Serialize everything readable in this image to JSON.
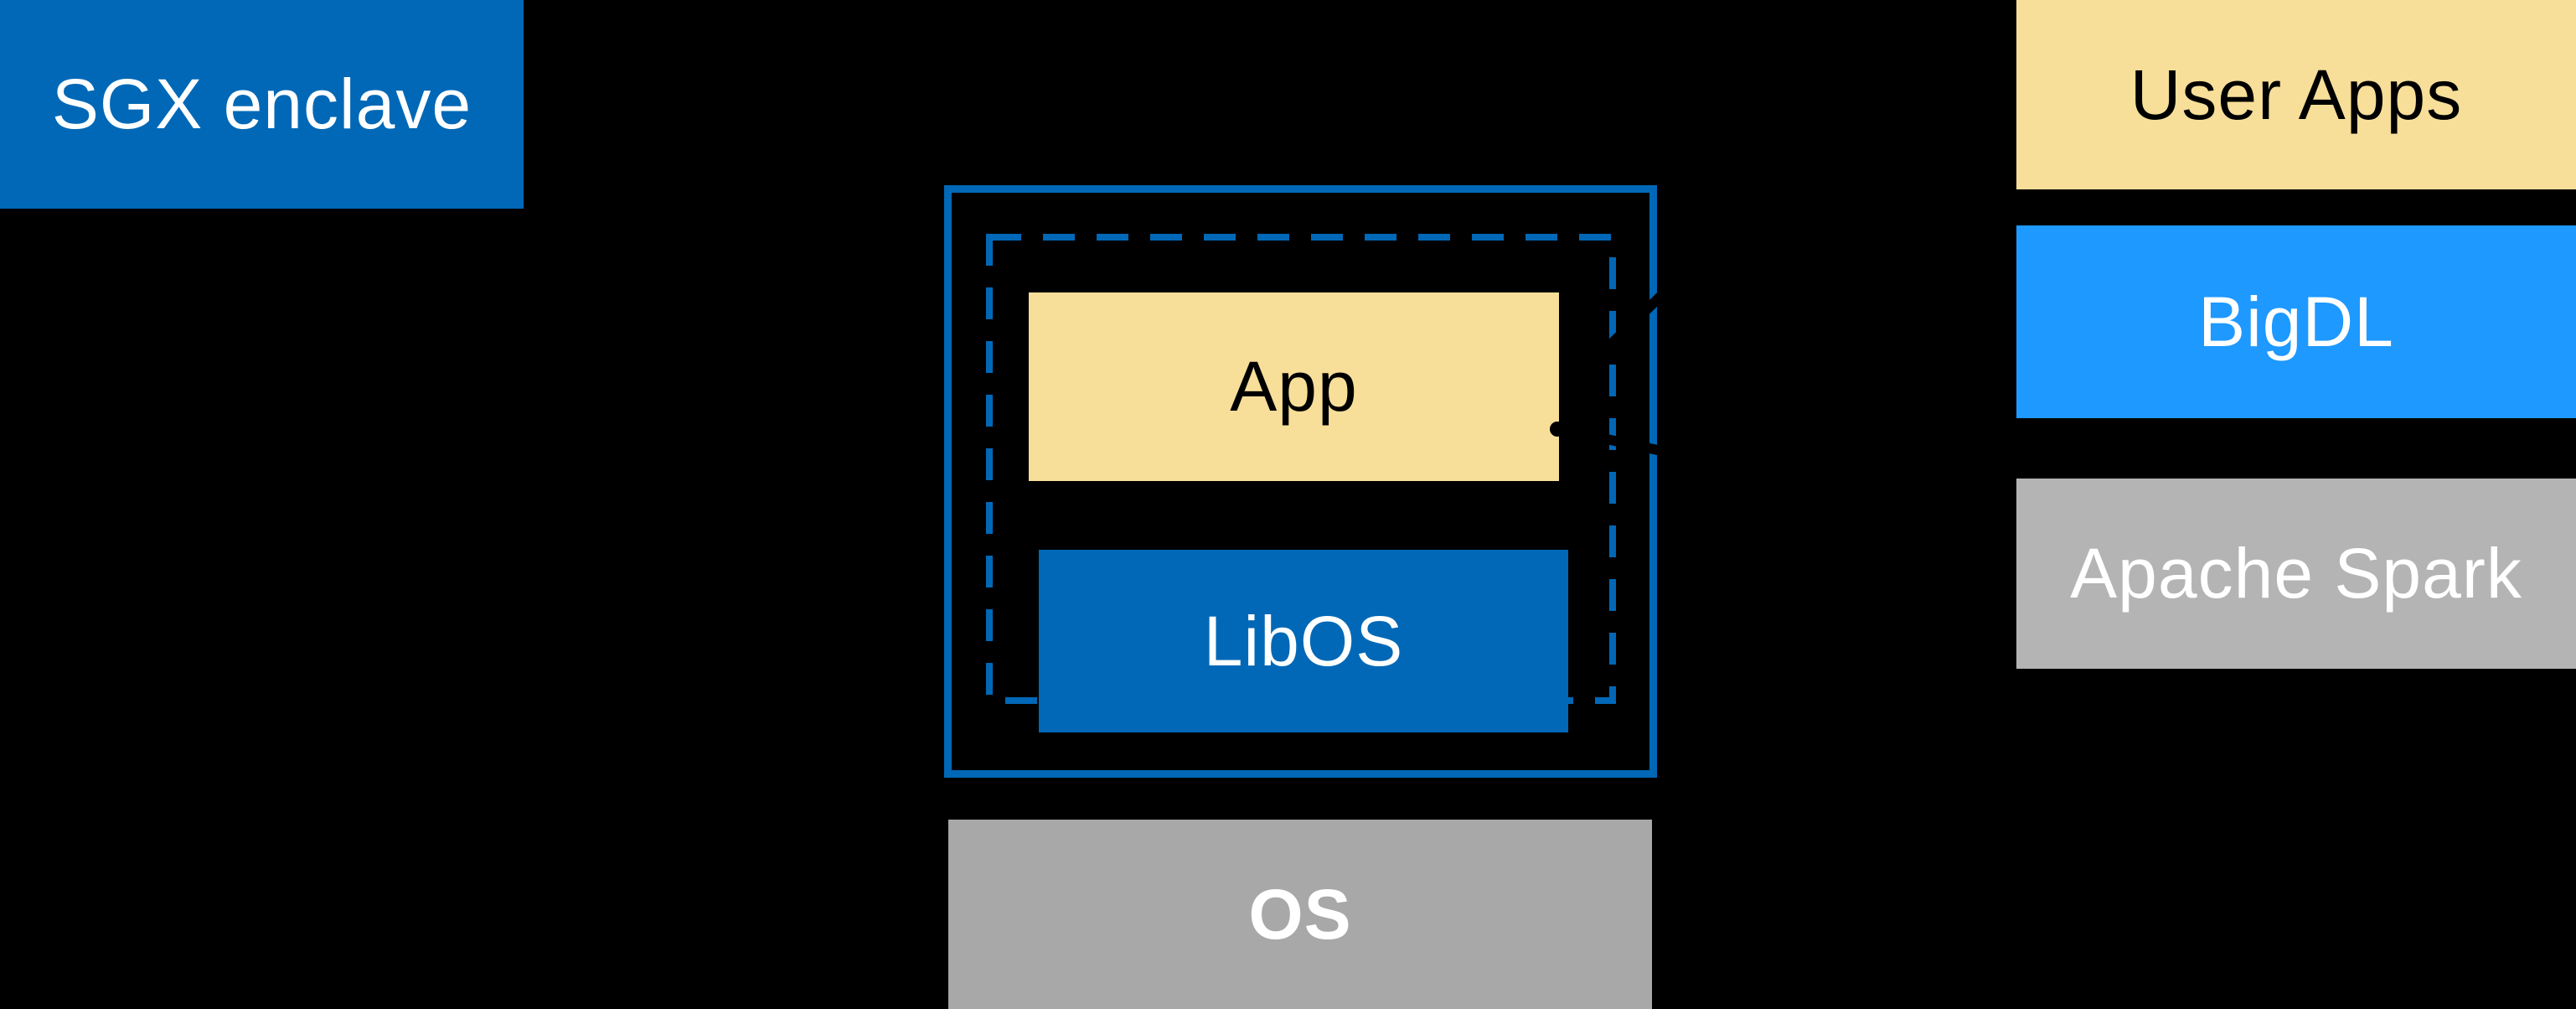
{
  "colors": {
    "background": "#000000",
    "intel_blue": "#0068B6",
    "bright_blue": "#1E99FF",
    "soft_yellow": "#F7DE99",
    "os_gray": "#A8A8A8",
    "spark_gray": "#B4B4B4",
    "text_dark": "#000000",
    "text_light": "#FFFFFF"
  },
  "nodes": {
    "sgx_enclave": {
      "label": "SGX enclave"
    },
    "app": {
      "label": "App"
    },
    "libos": {
      "label": "LibOS"
    },
    "os": {
      "label": "OS"
    },
    "user_apps": {
      "label": "User Apps"
    },
    "bigdl": {
      "label": "BigDL"
    },
    "apache_spark": {
      "label": "Apache Spark"
    }
  },
  "decorations": {
    "enclave_dashed_border": "dashed rectangle inside solid enclave border",
    "leader_dots": "small black leader-line endpoint dots",
    "leader_lines": "black leader lines crossing enclave borders"
  }
}
